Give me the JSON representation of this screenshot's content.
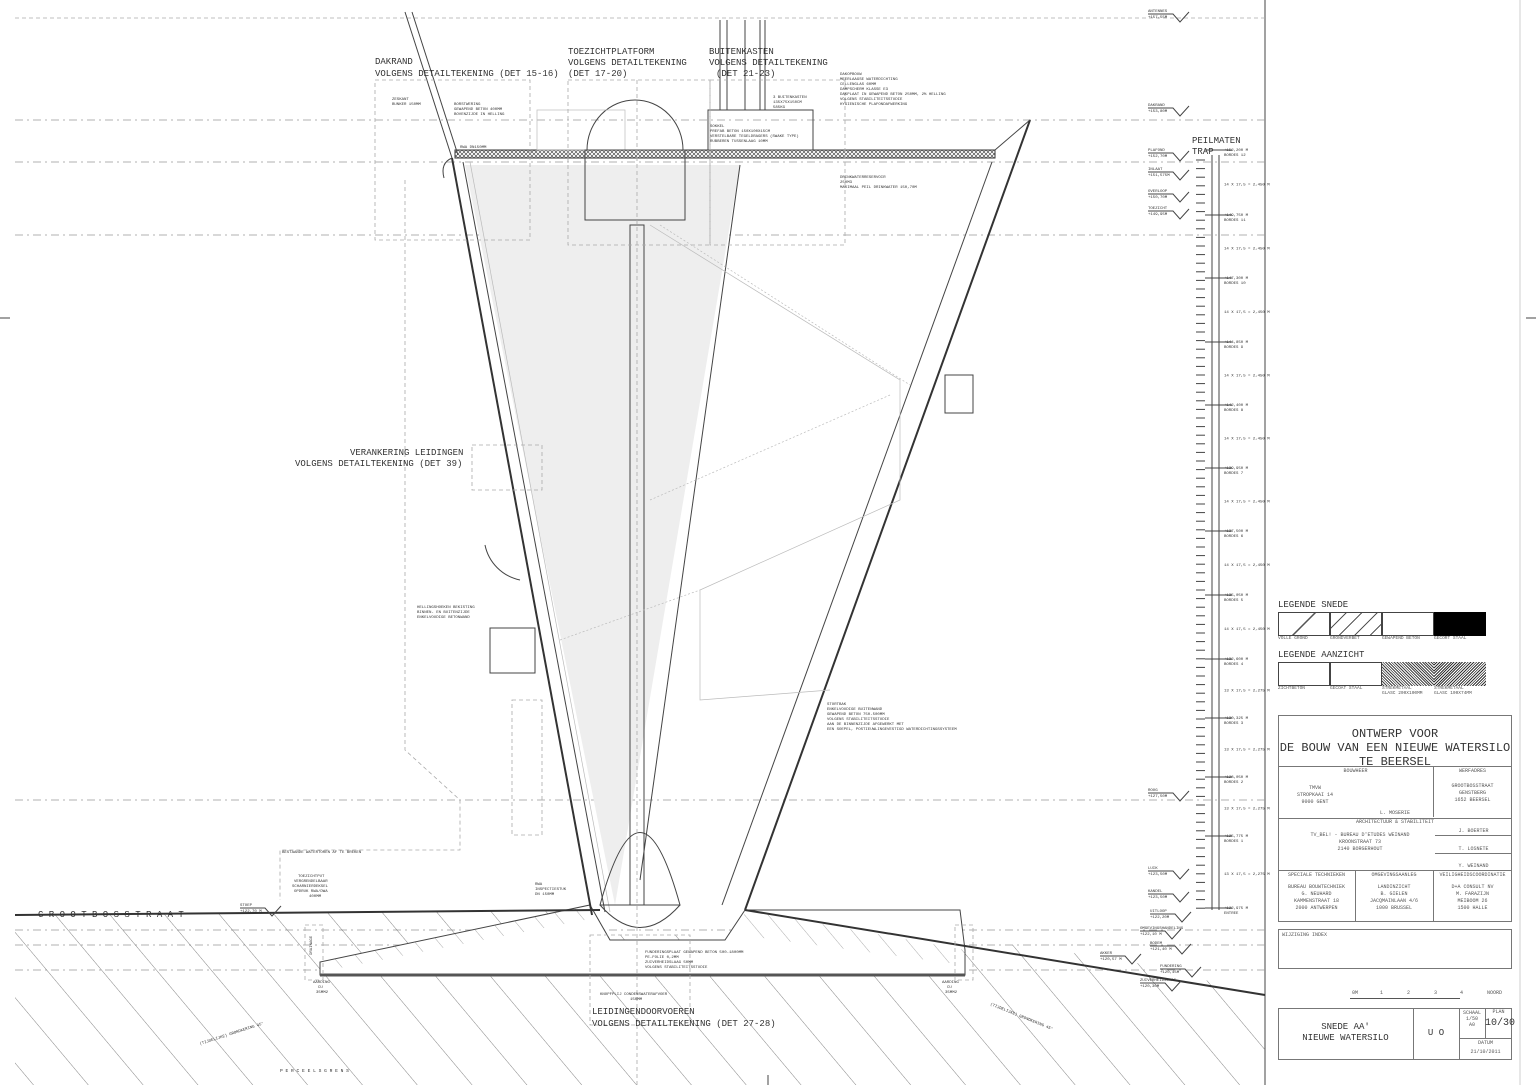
{
  "callouts": {
    "dakrand": [
      "DAKRAND",
      "VOLGENS DETAILTEKENING (DET 15-16)"
    ],
    "toezichtplatform": [
      "TOEZICHTPLATFORM",
      "VOLGENS DETAILTEKENING",
      "(DET 17-20)"
    ],
    "buitenkasten": [
      "BUITENKASTEN",
      "VOLGENS DETAILTEKENING",
      "(DET 21-23)"
    ],
    "verankering": [
      "VERANKERING LEIDINGEN",
      "VOLGENS DETAILTEKENING (DET 39)"
    ],
    "leidingendoorvoeren": [
      "LEIDINGENDOORVOEREN",
      "VOLGENS DETAILTEKENING (DET 27-28)"
    ],
    "street": "G R O O T B O S S T R A A T",
    "bottom_street": "P E R C E E L S G R E N S"
  },
  "notes": {
    "zeskant": [
      "ZESKANT",
      "BUNKER 150MM"
    ],
    "borstwering": [
      "BORSTWERING",
      "GEWAPEND BETON 400MM",
      "BOVENZIJDE IN HELLING"
    ],
    "rwa": "RWA DN150MM",
    "buitenkasten_detail": [
      "3 BUITENKASTEN",
      "135X75X150CM",
      "585KG"
    ],
    "sokkel": [
      "SOKKEL",
      "PREFAB BETON 150X100X15CM",
      "VERSTELBARE TEGELDRAGERS (SWAKE TYPE)",
      "RUBBEREN TUSSENLAAG 10MM"
    ],
    "dakopbouw": [
      "DAKOPBOUW",
      "MEERLAAGSE WATERDICHTING",
      "CELLENGLAS 60MM",
      "DAMPSCHERM KLASSE E3",
      "DAKPLAAT IN GEWAPEND BETON 250MM, 2% HELLING",
      "VOLGENS STABILITEITSSTUDIE",
      "HYGIENISCHE PLAFONDAFWERKING"
    ],
    "drinkwater": [
      "DRINKWATERRESERVOIR",
      "250M3",
      "MAXIMAAL PEIL DRINKWATER 150,70M"
    ],
    "hellingshoeken": [
      "HELLINGSHOEKEN BEKISTING",
      "BINNEN- EN BUITENZIJDE",
      "ENKELVOUDIGE BETONWAND"
    ],
    "stortbak": [
      "STORTBAK",
      "ENKELVOUDIGE BUITENWAND",
      "GEWAPEND BETON 750-500MM",
      "VOLGENS STABILITEITSSTUDIE",
      "AAN DE BINNENZIJDE AFGEWERKT MET",
      "EEN SOEPEL, POSTIEUWLINGEVESTIGD WATERDICHTINGSSYSTEEM"
    ],
    "bestaande": "BESTAANDE WATERTOREN AF TE BREKEN",
    "toezichtput": [
      "TOEZICHTPUT",
      "VERGRENDELBAAR",
      "SCHARNIERDEKSEL",
      "OPDRUK RWA/DWA",
      "400MM"
    ],
    "rwa_inspectie": [
      "RWA",
      "INSPECTIESTUK",
      "DN 150MM"
    ],
    "fundering": [
      "FUNDERINGSPLAAT GEWAPEND BETON 500-1800MM",
      "PE-FOLIE 0,2MM",
      "ZUIVERHEIDSLAAG 50MM",
      "VOLGENS STABILITEITSSTUDIE"
    ],
    "condens": [
      "KNOPFPLIJ CONDENSWATERAFVOER",
      "150MM"
    ],
    "aarding_left": [
      "AARDING",
      "CU",
      "35MM2"
    ],
    "aarding_right": [
      "AARDING",
      "CU",
      "35MM2"
    ],
    "drainage": "DRAINAGE",
    "tijdelijke": "(TIJDELIJKE) GRONDKERING 45°"
  },
  "left_levels": [
    {
      "name": "ANTENNES",
      "value": "+157,55M"
    },
    {
      "name": "DAKRAND",
      "value": "+153,80M"
    },
    {
      "name": "PLAFOND",
      "value": "+152,70M"
    },
    {
      "name": "INLAAT",
      "value": "+151,575M"
    },
    {
      "name": "OVERLOOP",
      "value": "+150,70M"
    },
    {
      "name": "TOEZICHT",
      "value": "+149,95M"
    },
    {
      "name": "ROOG",
      "value": "+127,50M"
    },
    {
      "name": "LUIK",
      "value": "+123,50M"
    },
    {
      "name": "KANDEL",
      "value": "+123,50M"
    },
    {
      "name": "UITLOOP",
      "value": "+122,20M"
    },
    {
      "name": "OMGEVINGSHANDELING",
      "value": "+122,10 M"
    },
    {
      "name": "BODEM",
      "value": "+121,40 M"
    },
    {
      "name": "AKKER",
      "value": "+120,57 M"
    },
    {
      "name": "FUNDERING",
      "value": "+120,45M"
    },
    {
      "name": "ZUIVERHEIDSLAAG",
      "value": "+120,30M"
    },
    {
      "name": "STOEP",
      "value": "+122,70 M"
    }
  ],
  "peilmaten": {
    "title": [
      "PEILMATEN",
      "TRAP"
    ],
    "landings": [
      {
        "value": "+152,200 M",
        "name": "BORDES 12"
      },
      {
        "value": "+149,750 M",
        "name": "BORDES 11"
      },
      {
        "value": "+147,300 M",
        "name": "BORDES 10"
      },
      {
        "value": "+144,850 M",
        "name": "BORDES 9"
      },
      {
        "value": "+142,400 M",
        "name": "BORDES 8"
      },
      {
        "value": "+139,950 M",
        "name": "BORDES 7"
      },
      {
        "value": "+137,500 M",
        "name": "BORDES 6"
      },
      {
        "value": "+135,050 M",
        "name": "BORDES 5"
      },
      {
        "value": "+132,600 M",
        "name": "BORDES 4"
      },
      {
        "value": "+130,325 M",
        "name": "BORDES 3"
      },
      {
        "value": "+128,050 M",
        "name": "BORDES 2"
      },
      {
        "value": "+125,775 M",
        "name": "BORDES 1"
      },
      {
        "value": "+122,975 M",
        "name": "ENTREE"
      }
    ],
    "step_note_a": "14 X 17,5 = 2,450 M",
    "step_note_b": "13 X 17,5 = 2,275 M"
  },
  "legend": {
    "snede_title": "LEGENDE SNEDE",
    "snede": [
      "VOLLE GROND",
      "GRONDVERBET",
      "GEWAPEND BETON",
      "GECORT STAAL"
    ],
    "aanzicht_title": "LEGENDE AANZICHT",
    "aanzicht": [
      "ZICHTBETON",
      "GECOAT STAAL",
      "STREKMETAAL",
      "STREKMETAAL"
    ],
    "aanzicht_sub": [
      "",
      "",
      "GLASC 200X100MM",
      "GLASC 100X74MM"
    ]
  },
  "titleblock": {
    "project": [
      "ONTWERP VOOR",
      "DE BOUW VAN EEN NIEUWE WATERSILO",
      "TE BEERSEL"
    ],
    "bouwheer_label": "BOUWHEER",
    "bouwheer": [
      "TMVW",
      "STROPKAAI 14",
      "9000 GENT"
    ],
    "werfadres_label": "WERFADRES",
    "werfadres": [
      "GROOTBOSSTRAAT",
      "GENSTBERG",
      "1652 BEERSEL"
    ],
    "architect_person": "L. MOSERIE",
    "architect_label": "ARCHITECTUUR & STABILITEIT",
    "architect": [
      "TV_BEL! - BUREAU D'ETUDES WEINAND",
      "KROONSTRAAT 73",
      "2140 BORGERHOUT"
    ],
    "persons": [
      "J. BOERTER",
      "T. LOSNETE",
      "Y. WEINAND"
    ],
    "col_labels": [
      "SPECIALE TECHNIEKEN",
      "OMGEVINGSAANLEG",
      "VEILIGHEIDSCOORDINATIE"
    ],
    "col1": [
      "BUREAU BOUWTECHNIEK",
      "G. NEUHARD",
      "KAMMENSTRAAT 18",
      "2000 ANTWERPEN"
    ],
    "col2": [
      "LANDINZICHT",
      "B. GIELEN",
      "JACQMAINLAAN 4/6",
      "1000 BRUSSEL"
    ],
    "col3": [
      "D+A CONSULT NV",
      "M. FARAZIJN",
      "MEIBOOM 26",
      "1500 HALLE"
    ],
    "wijziging_label": "WIJZIGING INDEX",
    "scale_marks": [
      "0M",
      "1",
      "2",
      "3",
      "4"
    ],
    "noord": "NOORD",
    "sheet": [
      "SNEDE AA'",
      "NIEUWE WATERSILO"
    ],
    "phase": "U O",
    "schaal_label": "SCHAAL",
    "schaal": [
      "1/50",
      "A0"
    ],
    "plan_label": "PLAN",
    "plan": "10/30",
    "datum_label": "DATUM",
    "datum": "21/10/2011"
  }
}
